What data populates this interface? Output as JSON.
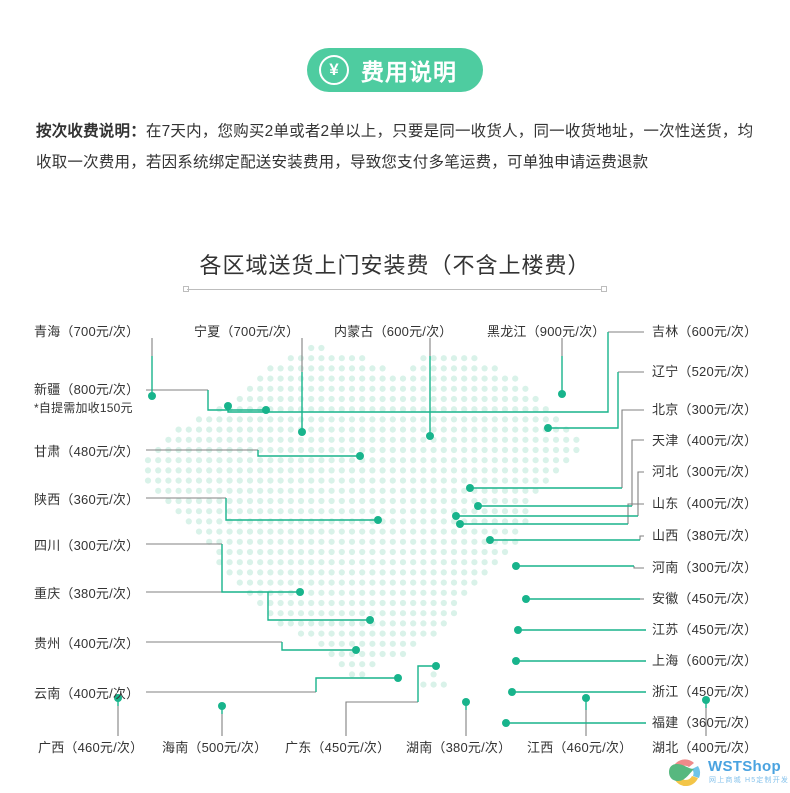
{
  "header": {
    "icon": "yen-icon",
    "yen_symbol": "¥",
    "title": "费用说明",
    "badge_color": "#4ECCA0"
  },
  "description": {
    "label": "按次收费说明：",
    "body": "在7天内，您购买2单或者2单以上，只要是同一收货人，同一收货地址，一次性送货，均收取一次费用，若因系统绑定配送安装费用，导致您支付多笔运费，可单独申请运费退款"
  },
  "map_section": {
    "title": "各区域送货上门安装费（不含上楼费）",
    "line_color": "#18B48C",
    "leader_color": "#808080",
    "dot_color": "#D8F2E9"
  },
  "regions": {
    "top": [
      {
        "name": "青海",
        "price": "700",
        "unit": "元/次",
        "text": "青海（700元/次）"
      },
      {
        "name": "宁夏",
        "price": "700",
        "unit": "元/次",
        "text": "宁夏（700元/次）"
      },
      {
        "name": "内蒙古",
        "price": "600",
        "unit": "元/次",
        "text": "内蒙古（600元/次）"
      },
      {
        "name": "黑龙江",
        "price": "900",
        "unit": "元/次",
        "text": "黑龙江（900元/次）"
      }
    ],
    "left": [
      {
        "name": "新疆",
        "price": "800",
        "unit": "元/次",
        "text": "新疆（800元/次）",
        "note": "*自提需加收150元"
      },
      {
        "name": "甘肃",
        "price": "480",
        "unit": "元/次",
        "text": "甘肃（480元/次）"
      },
      {
        "name": "陕西",
        "price": "360",
        "unit": "元/次",
        "text": "陕西（360元/次）"
      },
      {
        "name": "四川",
        "price": "300",
        "unit": "元/次",
        "text": "四川（300元/次）"
      },
      {
        "name": "重庆",
        "price": "380",
        "unit": "元/次",
        "text": "重庆（380元/次）"
      },
      {
        "name": "贵州",
        "price": "400",
        "unit": "元/次",
        "text": "贵州（400元/次）"
      },
      {
        "name": "云南",
        "price": "400",
        "unit": "元/次",
        "text": "云南（400元/次）"
      }
    ],
    "right": [
      {
        "name": "吉林",
        "price": "600",
        "unit": "元/次",
        "text": "吉林（600元/次）"
      },
      {
        "name": "辽宁",
        "price": "520",
        "unit": "元/次",
        "text": "辽宁（520元/次）"
      },
      {
        "name": "北京",
        "price": "300",
        "unit": "元/次",
        "text": "北京（300元/次）"
      },
      {
        "name": "天津",
        "price": "400",
        "unit": "元/次",
        "text": "天津（400元/次）"
      },
      {
        "name": "河北",
        "price": "300",
        "unit": "元/次",
        "text": "河北（300元/次）"
      },
      {
        "name": "山东",
        "price": "400",
        "unit": "元/次",
        "text": "山东（400元/次）"
      },
      {
        "name": "山西",
        "price": "380",
        "unit": "元/次",
        "text": "山西（380元/次）"
      },
      {
        "name": "河南",
        "price": "300",
        "unit": "元/次",
        "text": "河南（300元/次）"
      },
      {
        "name": "安徽",
        "price": "450",
        "unit": "元/次",
        "text": "安徽（450元/次）"
      },
      {
        "name": "江苏",
        "price": "450",
        "unit": "元/次",
        "text": "江苏（450元/次）"
      },
      {
        "name": "上海",
        "price": "600",
        "unit": "元/次",
        "text": "上海（600元/次）"
      },
      {
        "name": "浙江",
        "price": "450",
        "unit": "元/次",
        "text": "浙江（450元/次）"
      },
      {
        "name": "福建",
        "price": "360",
        "unit": "元/次",
        "text": "福建（360元/次）"
      }
    ],
    "bottom": [
      {
        "name": "广西",
        "price": "460",
        "unit": "元/次",
        "text": "广西（460元/次）"
      },
      {
        "name": "海南",
        "price": "500",
        "unit": "元/次",
        "text": "海南（500元/次）"
      },
      {
        "name": "广东",
        "price": "450",
        "unit": "元/次",
        "text": "广东（450元/次）"
      },
      {
        "name": "湖南",
        "price": "380",
        "unit": "元/次",
        "text": "湖南（380元/次）"
      },
      {
        "name": "江西",
        "price": "460",
        "unit": "元/次",
        "text": "江西（460元/次）"
      },
      {
        "name": "湖北",
        "price": "400",
        "unit": "元/次",
        "text": "湖北（400元/次）"
      }
    ]
  },
  "watermark": {
    "brand": "WSTShop",
    "tagline": "网上商城 H5定制开发"
  }
}
